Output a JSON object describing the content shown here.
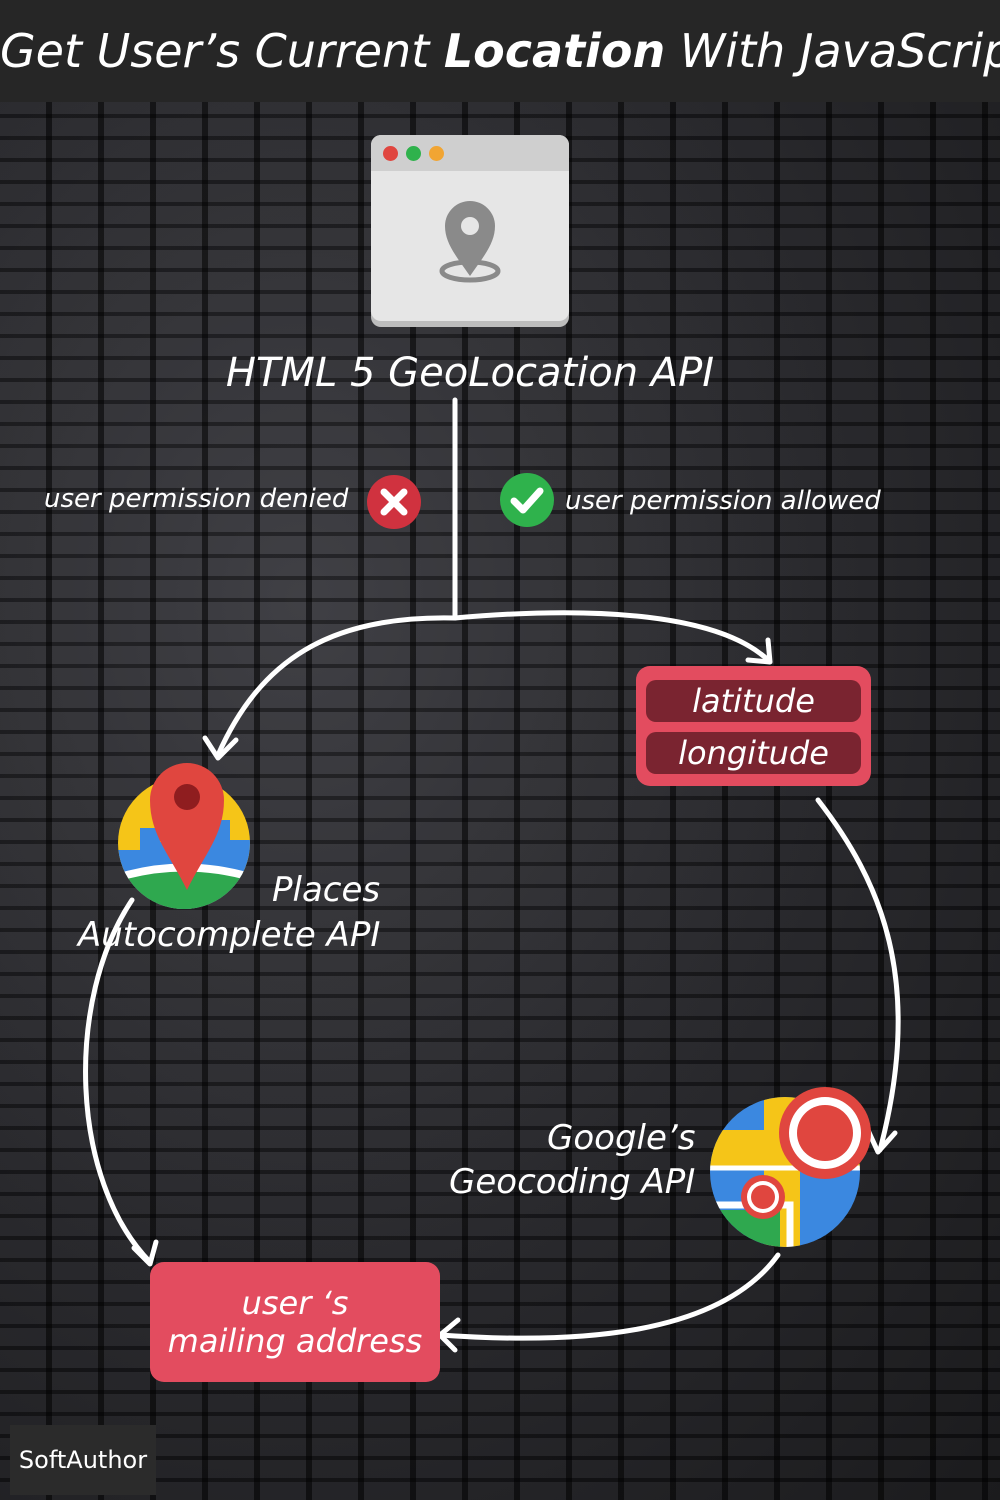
{
  "header": {
    "title_part1": "Get User’s Current ",
    "title_bold": "Location",
    "title_part2": " With JavaScript"
  },
  "geolocation": {
    "label": "HTML 5 GeoLocation API"
  },
  "permissions": {
    "denied": "user permission denied",
    "allowed": "user permission allowed"
  },
  "coordinates": {
    "latitude": "latitude",
    "longitude": "longitude"
  },
  "places": {
    "line1": "Places",
    "line2": "Autocomplete API"
  },
  "geocoding": {
    "line1": "Google’s",
    "line2": "Geocoding API"
  },
  "address": {
    "line1": "user ‘s",
    "line2": "mailing address"
  },
  "brand": {
    "logo": "SoftAuthor"
  },
  "colors": {
    "accent_red": "#e34c5f",
    "pill_dark": "#7a2430",
    "denied_red": "#d0323f",
    "allowed_green": "#2fb24c"
  },
  "icons": {
    "browser": "browser-window-icon",
    "pin": "location-pin-icon",
    "denied": "close-icon",
    "allowed": "check-icon",
    "places": "google-places-icon",
    "geocoding": "google-maps-icon"
  }
}
